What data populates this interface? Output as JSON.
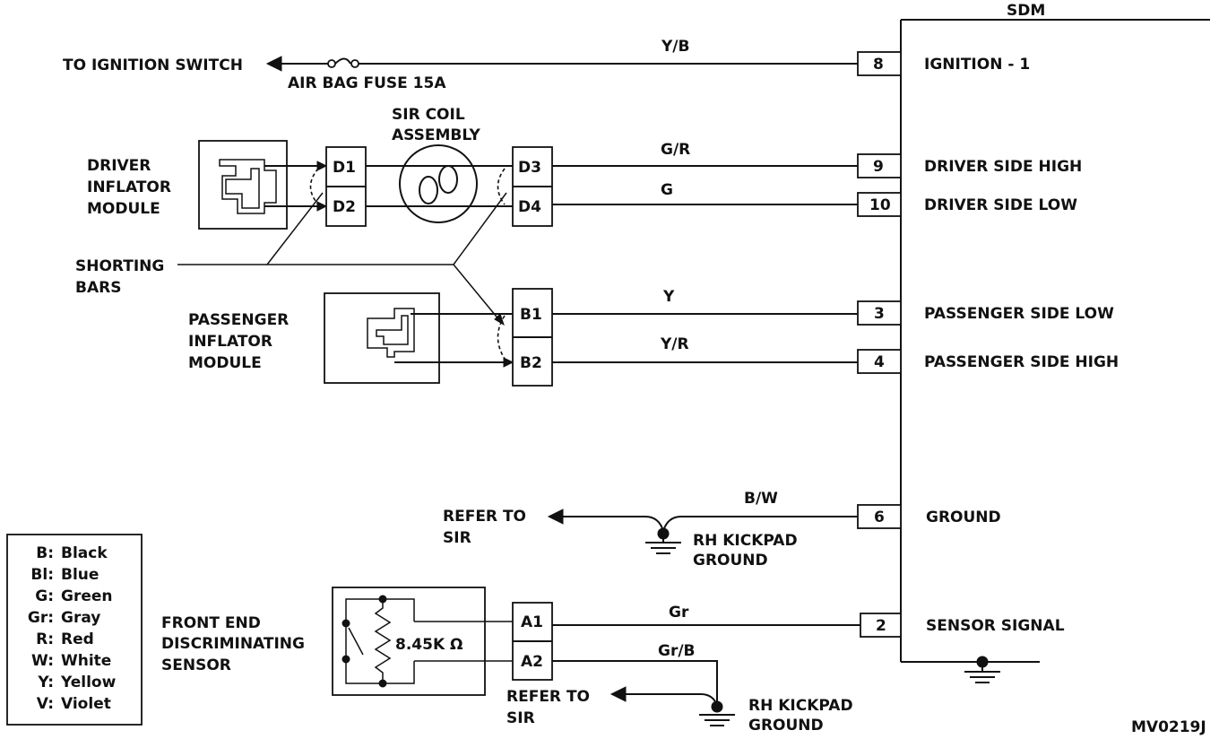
{
  "sdm": {
    "title": "SDM",
    "terminals": [
      {
        "pin": "8",
        "label": "IGNITION - 1"
      },
      {
        "pin": "9",
        "label": "DRIVER SIDE HIGH"
      },
      {
        "pin": "10",
        "label": "DRIVER SIDE LOW"
      },
      {
        "pin": "3",
        "label": "PASSENGER SIDE LOW"
      },
      {
        "pin": "4",
        "label": "PASSENGER SIDE HIGH"
      },
      {
        "pin": "6",
        "label": "GROUND"
      },
      {
        "pin": "2",
        "label": "SENSOR SIGNAL"
      }
    ]
  },
  "wires": {
    "ignition": "Y/B",
    "driver_high": "G/R",
    "driver_low": "G",
    "pass_low": "Y",
    "pass_high": "Y/R",
    "ground": "B/W",
    "sensor_signal": "Gr",
    "sensor_ground": "Gr/B"
  },
  "ignition": {
    "to_switch": "TO IGNITION SWITCH",
    "fuse": "AIR BAG FUSE 15A"
  },
  "sir_coil": {
    "line1": "SIR COIL",
    "line2": "ASSEMBLY"
  },
  "driver_module": {
    "line1": "DRIVER",
    "line2": "INFLATOR",
    "line3": "MODULE"
  },
  "passenger_module": {
    "line1": "PASSENGER",
    "line2": "INFLATOR",
    "line3": "MODULE"
  },
  "shorting_bars": {
    "line1": "SHORTING",
    "line2": "BARS"
  },
  "connectors": {
    "d1": "D1",
    "d2": "D2",
    "d3": "D3",
    "d4": "D4",
    "b1": "B1",
    "b2": "B2",
    "a1": "A1",
    "a2": "A2"
  },
  "ground_refs": {
    "refer1": "REFER TO",
    "refer2": "SIR",
    "kickpad1": "RH KICKPAD",
    "kickpad2": "GROUND"
  },
  "sensor": {
    "line1": "FRONT END",
    "line2": "DISCRIMINATING",
    "line3": "SENSOR",
    "resistance": "8.45K Ω"
  },
  "legend": [
    {
      "code": "B:",
      "color": "Black"
    },
    {
      "code": "Bl:",
      "color": "Blue"
    },
    {
      "code": "G:",
      "color": "Green"
    },
    {
      "code": "Gr:",
      "color": "Gray"
    },
    {
      "code": "R:",
      "color": "Red"
    },
    {
      "code": "W:",
      "color": "White"
    },
    {
      "code": "Y:",
      "color": "Yellow"
    },
    {
      "code": "V:",
      "color": "Violet"
    }
  ],
  "figure_id": "MV0219J"
}
